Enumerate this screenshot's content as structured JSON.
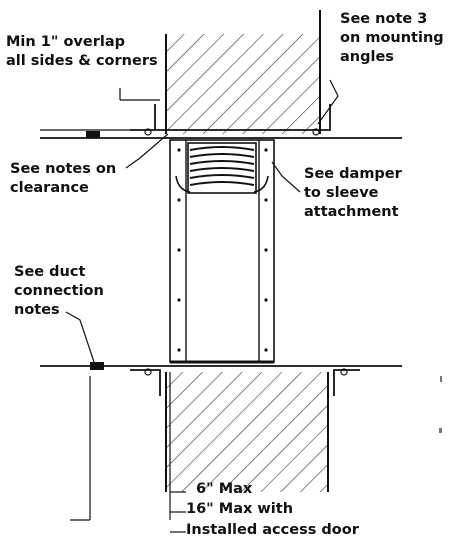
{
  "title": "",
  "callouts": {
    "overlap": "Min 1\" overlap\nall sides & corners",
    "mounting_angles": "See note 3\non mounting\nangles",
    "clearance": "See notes on\nclearance",
    "damper_attachment": "See damper\nto sleeve\nattachment",
    "duct_connection": "See duct\nconnection\nnotes",
    "six_max": "6\" Max",
    "sixteen_max": "16\" Max with",
    "access_door": "Installed access door"
  },
  "colors": {
    "ink": "#111111",
    "hatch": "#333333",
    "background": "#ffffff"
  }
}
